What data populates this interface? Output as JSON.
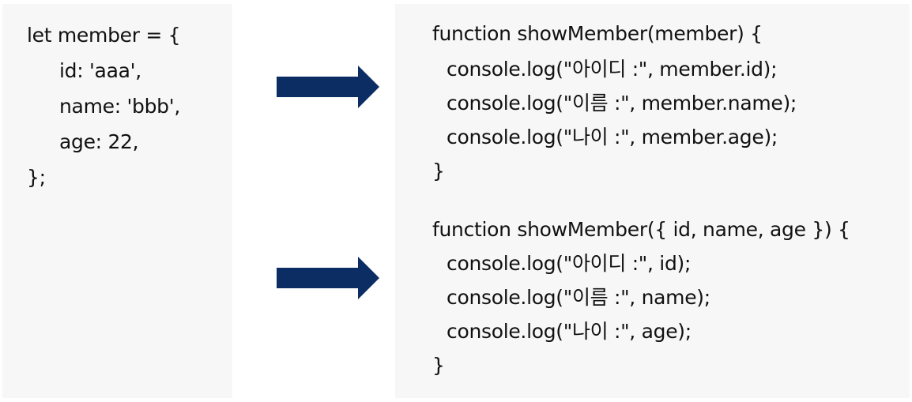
{
  "left_code": {
    "lines": [
      "let member = {",
      "id: 'aaa',",
      "name: 'bbb',",
      "age: 22,",
      "};"
    ]
  },
  "right_code": {
    "block1": [
      "function showMember(member) {",
      "console.log(\"아이디 :\", member.id);",
      "console.log(\"이름 :\", member.name);",
      "console.log(\"나이 :\", member.age);",
      "}"
    ],
    "block2": [
      "function showMember({ id, name, age }) {",
      "console.log(\"아이디 :\", id);",
      "console.log(\"이름 :\", name);",
      "console.log(\"나이 :\", age);",
      "}"
    ]
  },
  "colors": {
    "arrow": "#0b2d63",
    "panel_bg": "#f7f7f7",
    "text": "#111111"
  }
}
